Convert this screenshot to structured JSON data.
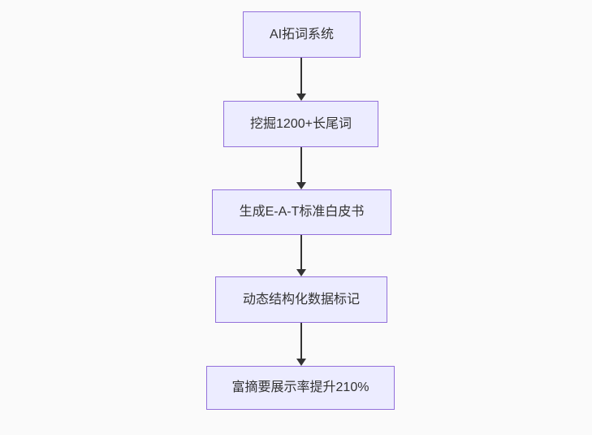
{
  "diagram": {
    "type": "flowchart",
    "direction": "top-down",
    "nodes": [
      {
        "id": "A",
        "label": "AI拓词系统"
      },
      {
        "id": "B",
        "label": "挖掘1200+长尾词"
      },
      {
        "id": "C",
        "label": "生成E-A-T标准白皮书"
      },
      {
        "id": "D",
        "label": "动态结构化数据标记"
      },
      {
        "id": "E",
        "label": "富摘要展示率提升210%"
      }
    ],
    "edges": [
      {
        "from": "A",
        "to": "B"
      },
      {
        "from": "B",
        "to": "C"
      },
      {
        "from": "C",
        "to": "D"
      },
      {
        "from": "D",
        "to": "E"
      }
    ],
    "colors": {
      "background": "#fafafa",
      "node_fill": "#ECECFF",
      "node_border": "#9370DB",
      "arrow": "#333333",
      "text": "#333333"
    }
  }
}
